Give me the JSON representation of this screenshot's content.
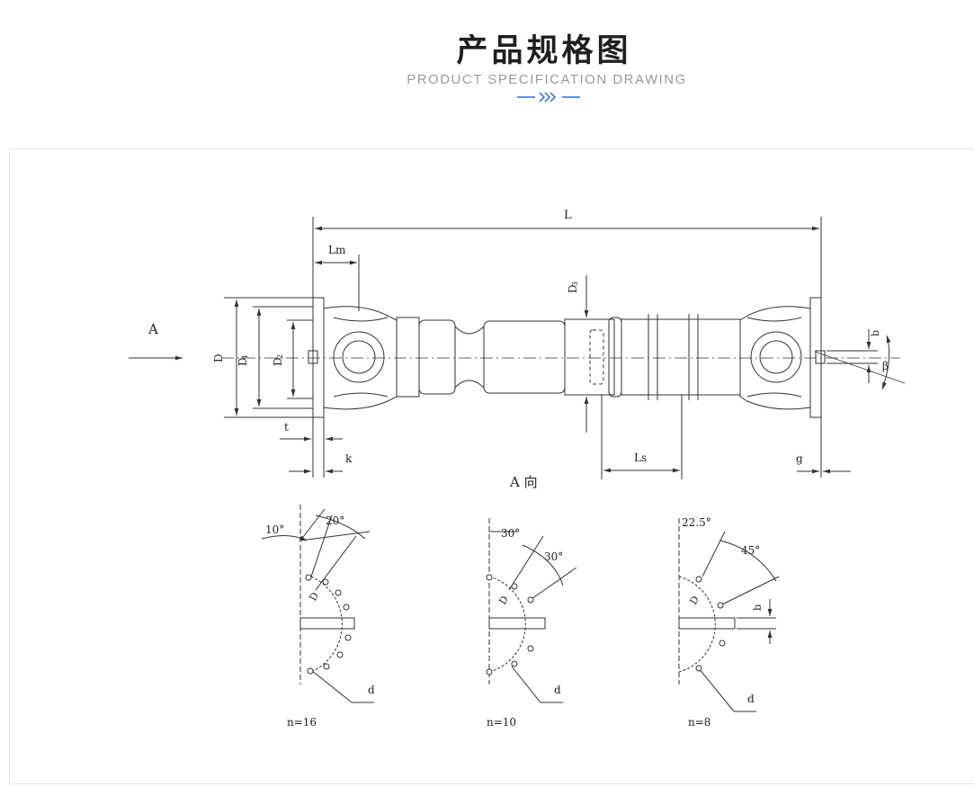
{
  "header": {
    "title": "产品规格图",
    "subtitle": "PRODUCT SPECIFICATION DRAWING",
    "divider_glyph": "»»"
  },
  "drawing": {
    "labels": {
      "L": "L",
      "Lm": "Lm",
      "D": "D",
      "D1": "D",
      "D1_sub": "1",
      "D2": "D",
      "D2_sub": "2",
      "D3": "D",
      "D3_sub": "3",
      "A": "A",
      "A_view": "A  向",
      "t": "t",
      "k": "k",
      "Ls": "Ls",
      "g": "g",
      "b": "b",
      "beta": "β"
    },
    "details": [
      {
        "angle1": "10°",
        "angle2": "20°",
        "d": "d",
        "n": "n=16",
        "dlabel": "D"
      },
      {
        "angle1": "30°",
        "angle2": "30°",
        "d": "d",
        "n": "n=10",
        "dlabel": "D"
      },
      {
        "angle1": "22.5°",
        "angle2": "45°",
        "d": "d",
        "n": "n=8",
        "dlabel": "D",
        "b": "b"
      }
    ]
  },
  "colors": {
    "accent": "#2a6fd6",
    "line": "#333333"
  }
}
